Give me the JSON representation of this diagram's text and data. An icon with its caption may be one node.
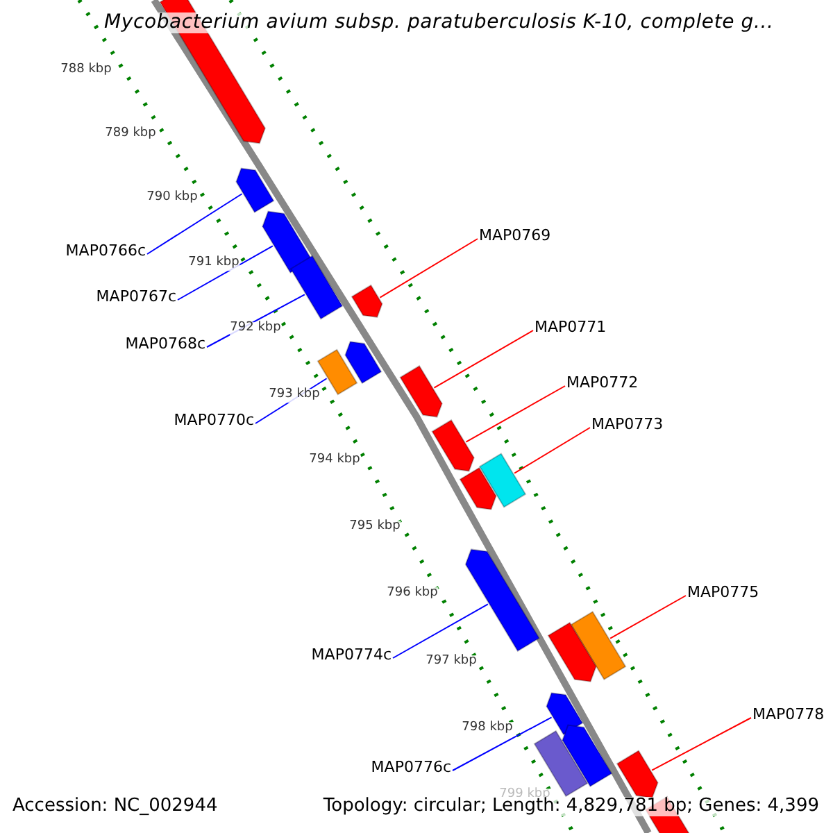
{
  "diagram": {
    "title": "Mycobacterium avium subsp. paratuberculosis K-10, complete g...",
    "nodes": [
      {
        "text": [],
        "shape": "arrow"
      },
      {
        "text": [],
        "shape": "arrow"
      },
      {
        "text": [
          "MAP0766c"
        ]
      },
      {
        "text": [
          "MAP0769"
        ]
      },
      {
        "text": [],
        "shape": "arrow"
      },
      {
        "text": [],
        "shape": "box"
      },
      {
        "text": [
          "MAP0767c"
        ]
      },
      {
        "text": [],
        "shape": "arrow"
      },
      {
        "text": [
          "MAP0771"
        ]
      },
      {
        "text": [
          "MAP0768c"
        ]
      },
      {
        "text": [],
        "shape": "arrow"
      },
      {
        "text": [],
        "shape": "box"
      },
      {
        "text": [
          "MAP0772"
        ]
      },
      {
        "text": [],
        "shape": "arrow"
      },
      {
        "text": [
          "MAP0770c"
        ]
      },
      {
        "text": [
          "MAP0773"
        ]
      },
      {
        "text": [],
        "shape": "arrow"
      },
      {
        "text": [],
        "shape": "box"
      },
      {
        "text": [],
        "shape": "arrow"
      },
      {
        "text": [],
        "shape": "arrow"
      },
      {
        "text": [
          "MAP0775"
        ]
      },
      {
        "text": [],
        "shape": "box"
      },
      {
        "text": [
          "MAP0774c"
        ]
      },
      {
        "text": [],
        "shape": "arrow"
      },
      {
        "text": [],
        "shape": "arrow"
      },
      {
        "text": [
          "MAP0778"
        ]
      },
      {
        "text": [
          "MAP0776c"
        ]
      },
      {
        "text": [],
        "shape": "box"
      },
      {
        "text": [],
        "shape": "arrow"
      },
      {
        "text": [],
        "shape": "arrow"
      },
      {
        "text": [],
        "shape": "box"
      }
    ],
    "edges": [
      {
        "from": 2,
        "to": 1,
        "arrow": "none",
        "color": "#0000ff"
      },
      {
        "from": 3,
        "to": 7,
        "arrow": "none",
        "color": "#ff0000"
      },
      {
        "from": 6,
        "to": 4,
        "arrow": "none",
        "color": "#0000ff"
      },
      {
        "from": 8,
        "to": 13,
        "arrow": "none",
        "color": "#ff0000"
      },
      {
        "from": 9,
        "to": 5,
        "arrow": "none",
        "color": "#0000ff"
      },
      {
        "from": 12,
        "to": 16,
        "arrow": "none",
        "color": "#ff0000"
      },
      {
        "from": 14,
        "to": 11,
        "arrow": "none",
        "color": "#0000ff"
      },
      {
        "from": 15,
        "to": 17,
        "arrow": "none",
        "color": "#ff0000"
      },
      {
        "from": 20,
        "to": 21,
        "arrow": "none",
        "color": "#ff0000"
      },
      {
        "from": 22,
        "to": 19,
        "arrow": "none",
        "color": "#0000ff"
      },
      {
        "from": 25,
        "to": 29,
        "arrow": "none",
        "color": "#ff0000"
      },
      {
        "from": 26,
        "to": 24,
        "arrow": "none",
        "color": "#0000ff"
      }
    ],
    "labels": [
      "788 kbp",
      "789 kbp",
      "790 kbp",
      "791 kbp",
      "792 kbp",
      "793 kbp",
      "794 kbp",
      "795 kbp",
      "796 kbp",
      "797 kbp",
      "798 kbp",
      "799 kbp",
      "Accession: NC_002944",
      "Topology: circular; Length: 4,829,781 bp; Genes: 4,399"
    ]
  }
}
